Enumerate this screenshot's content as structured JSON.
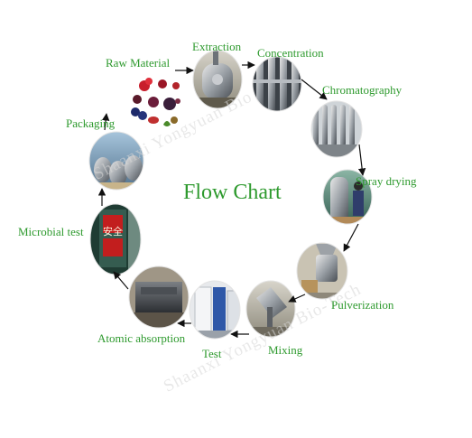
{
  "title": "Flow Chart",
  "watermark_1": "Shaanxi Yongyuan Bio",
  "watermark_2": "Shaanxi Yongyuan Bio-Tech",
  "steps": [
    {
      "id": "raw-material",
      "label": "Raw Material"
    },
    {
      "id": "extraction",
      "label": "Extraction"
    },
    {
      "id": "concentration",
      "label": "Concentration"
    },
    {
      "id": "chromatography",
      "label": "Chromatography"
    },
    {
      "id": "spray-drying",
      "label": "Spray  drying"
    },
    {
      "id": "pulverization",
      "label": "Pulverization"
    },
    {
      "id": "mixing",
      "label": "Mixing"
    },
    {
      "id": "test",
      "label": "Test"
    },
    {
      "id": "atomic-absorption",
      "label": "Atomic absorption"
    },
    {
      "id": "microbial-test",
      "label": "Microbial test"
    },
    {
      "id": "packaging",
      "label": "Packaging"
    }
  ],
  "sign_text": "安全",
  "colors": {
    "label": "#2e9a2e",
    "arrow": "#111111",
    "watermark": "#d6d6d6"
  }
}
